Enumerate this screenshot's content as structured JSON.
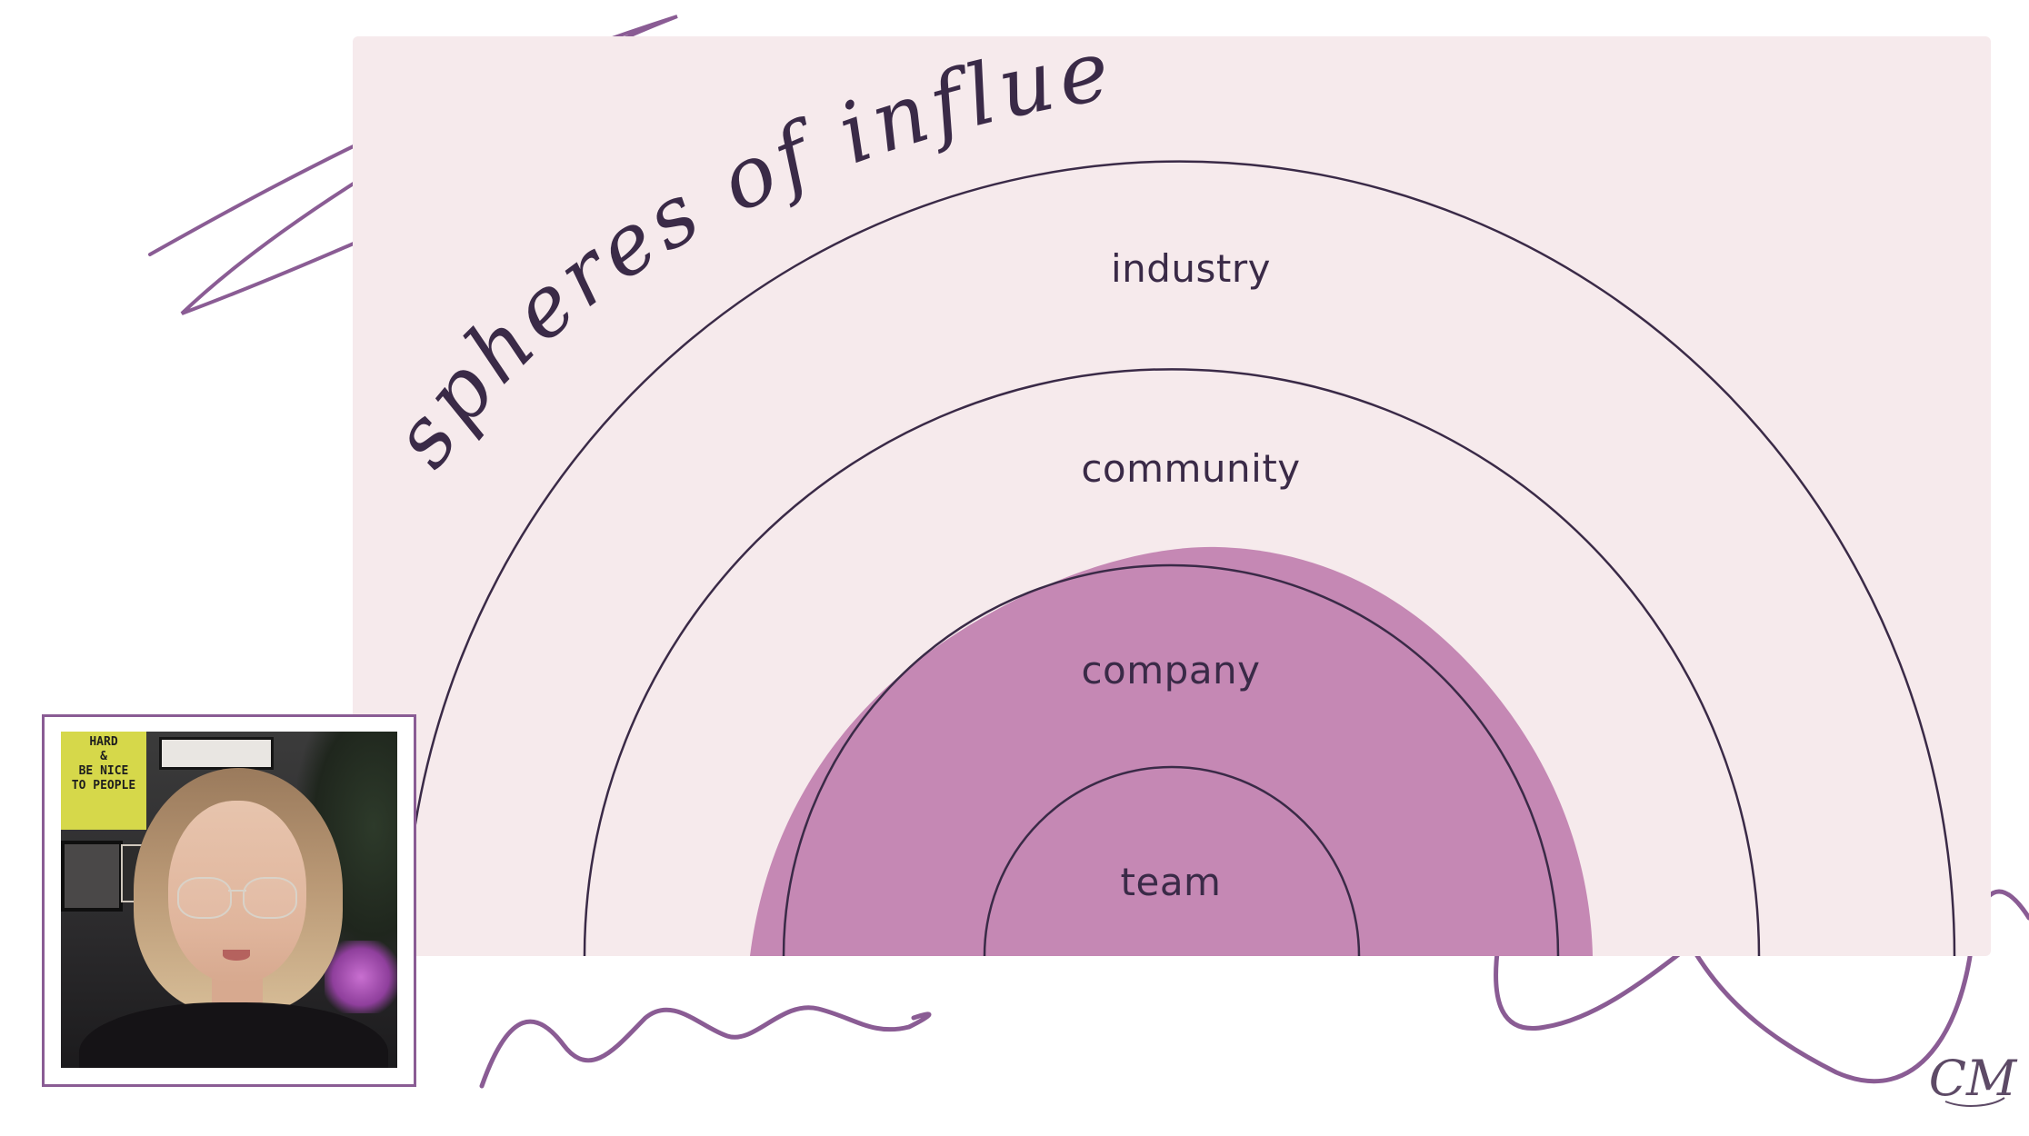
{
  "slide": {
    "title": "spheres of influence",
    "monogram": "CM",
    "colors": {
      "panel": "#f6eaec",
      "ink": "#3a2a47",
      "blob": "#c07faf",
      "accent_stroke": "#8a5c94"
    }
  },
  "rings": [
    {
      "label": "industry"
    },
    {
      "label": "community"
    },
    {
      "label": "company"
    },
    {
      "label": "team"
    }
  ],
  "webcam": {
    "poster_lines": [
      "HARD",
      "&",
      "BE NICE",
      "TO PEOPLE"
    ]
  }
}
